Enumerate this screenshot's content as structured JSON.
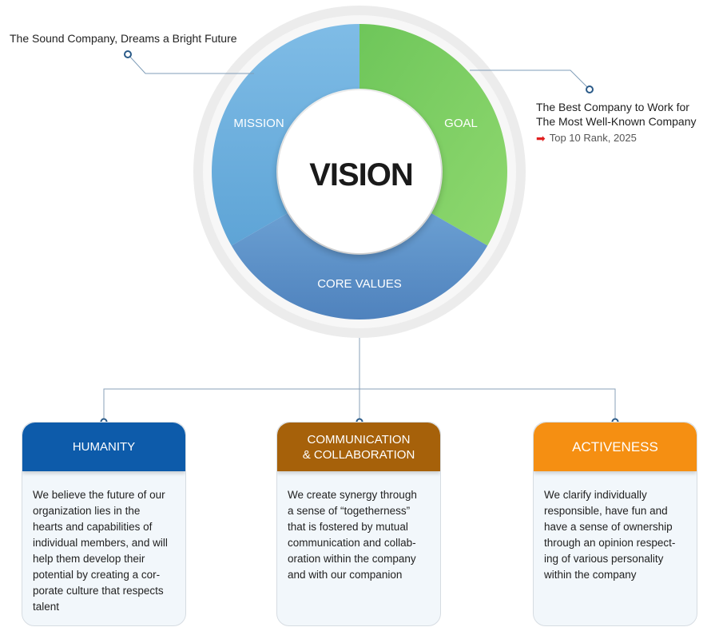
{
  "mission_caption": "The Sound Company, Dreams a Bright Future",
  "goal_caption": {
    "line1": "The Best Company to Work for",
    "line2": "The Most Well-Known Company",
    "rank": "Top 10 Rank, 2025"
  },
  "wheel": {
    "center": "VISION",
    "mission": "MISSION",
    "goal": "GOAL",
    "core_values": "CORE VALUES",
    "colors": {
      "mission": "#6fb2dd",
      "goal": "#7cc95f",
      "core_values": "#5a8fc8"
    }
  },
  "cards": {
    "humanity": {
      "title": "HUMANITY",
      "lines": [
        "We believe the future of our",
        "organization lies in the",
        "hearts and capabilities of",
        "individual members, and will",
        "help them develop their",
        "potential by creating a cor-",
        "porate culture that respects",
        "talent"
      ]
    },
    "communication": {
      "title_line1": "COMMUNICATION",
      "title_line2": "& COLLABORATION",
      "lines": [
        "We create synergy through",
        "a sense of “togetherness”",
        "that is fostered by mutual",
        "communication and collab-",
        "oration within the company",
        "and with our companion"
      ]
    },
    "activeness": {
      "title": "ACTIVENESS",
      "lines": [
        "We clarify individually",
        "responsible, have fun and",
        "have a sense of ownership",
        "through an opinion respect-",
        "ing of various personality",
        "within the company"
      ]
    }
  }
}
